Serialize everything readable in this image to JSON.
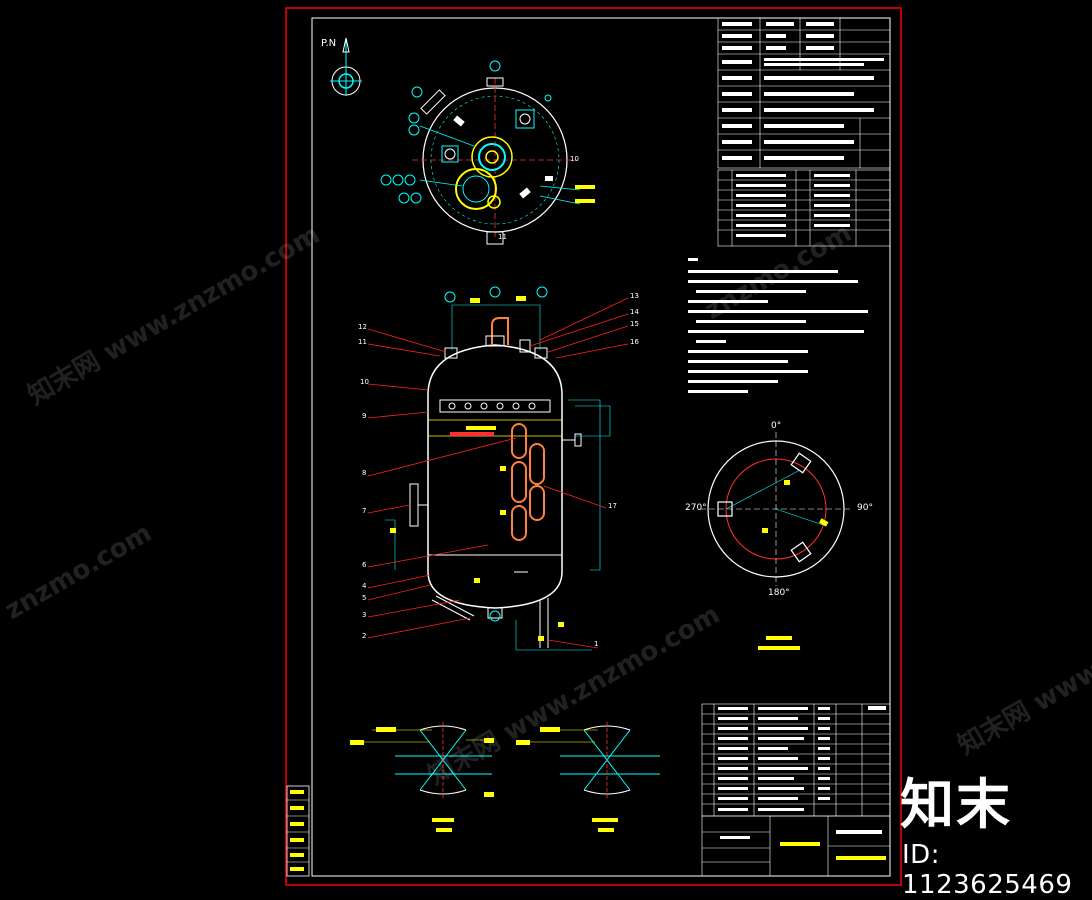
{
  "drawing": {
    "north_label": "P.N",
    "angles": {
      "top": "0°",
      "right": "90°",
      "bottom": "180°",
      "left": "270°"
    },
    "callouts_right": [
      "13",
      "14",
      "15",
      "16",
      "17",
      "1"
    ],
    "callouts_left": [
      "12",
      "11",
      "10",
      "9",
      "8",
      "7",
      "6",
      "4",
      "5",
      "3",
      "2"
    ],
    "plan_ticks": [
      "10",
      "11"
    ]
  },
  "watermark": {
    "brand": "知末",
    "id_text": "ID: 1123625469",
    "repeat_text": "知末网 www.znzmo.com",
    "short_text": "znzmo.com"
  },
  "colors": {
    "background": "#000000",
    "border": "#ff0000",
    "frame": "#ffffff",
    "leader": "#ff2020",
    "annotation": "#ffff00",
    "nozzle": "#00ffff",
    "coil": "#ff8040"
  }
}
